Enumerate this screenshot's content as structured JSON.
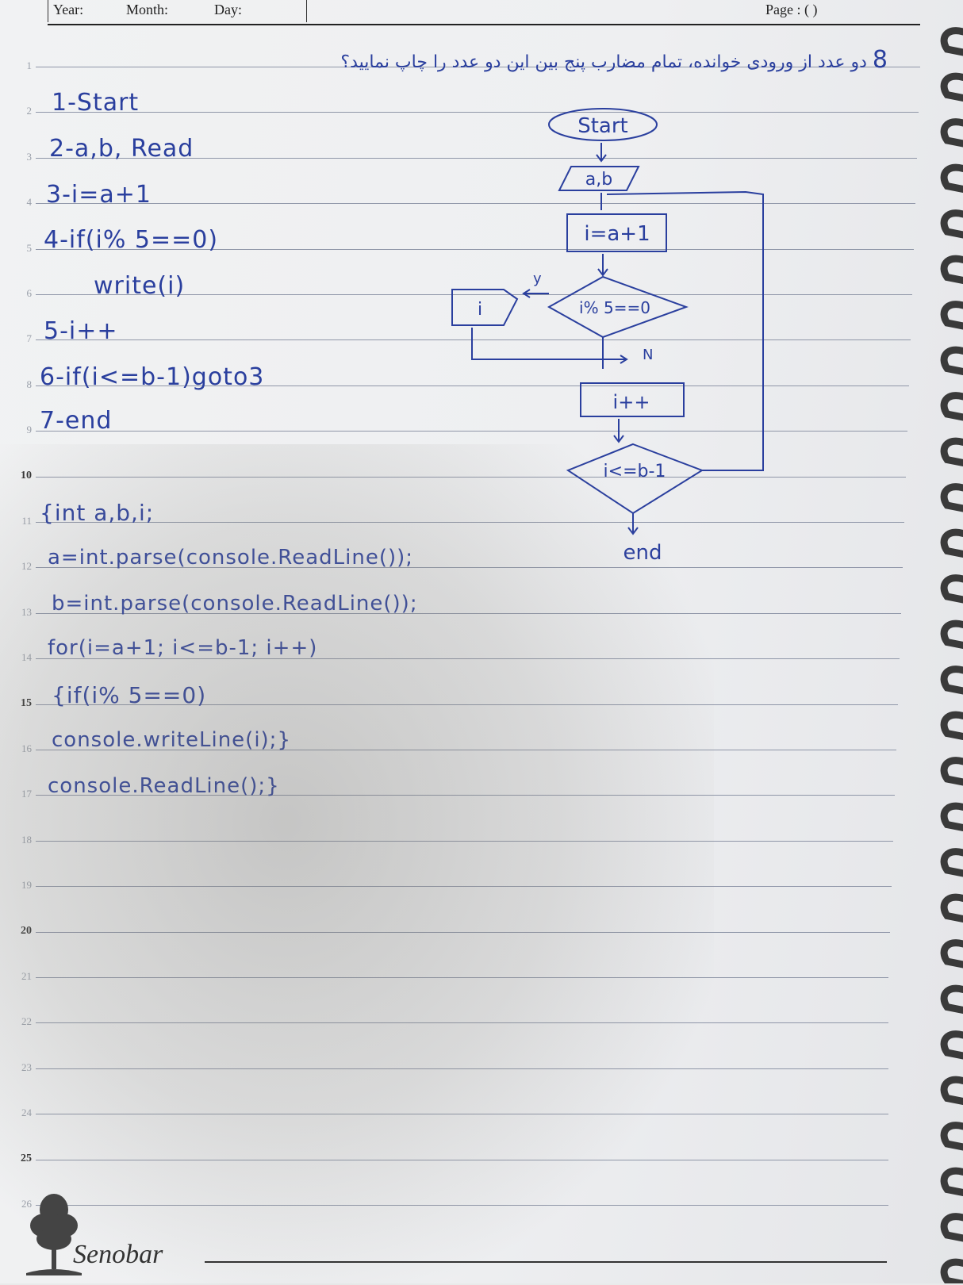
{
  "header": {
    "year_label": "Year:",
    "month_label": "Month:",
    "day_label": "Day:",
    "page_label": "Page : (      )"
  },
  "question": {
    "number": "8",
    "text": "دو عدد از ورودی خوانده، تمام مضارب پنج بین این دو عدد را چاپ نمایید؟"
  },
  "line_numbers": [
    "1",
    "2",
    "3",
    "4",
    "5",
    "6",
    "7",
    "8",
    "9",
    "10",
    "11",
    "12",
    "13",
    "14",
    "15",
    "16",
    "17",
    "18",
    "19",
    "20",
    "21",
    "22",
    "23",
    "24",
    "25",
    "26"
  ],
  "algorithm": [
    "1-Start",
    "2-a,b, Read",
    "3-i=a+1",
    "4-if(i% 5==0)",
    "write(i)",
    "5-i++",
    "6-if(i<=b-1)goto3",
    "7-end"
  ],
  "code": [
    "{int a,b,i;",
    "a=int.parse(console.ReadLine());",
    "b=int.parse(console.ReadLine());",
    "for(i=a+1; i<=b-1; i++)",
    "{if(i% 5==0)",
    "console.writeLine(i);}",
    "console.ReadLine();}"
  ],
  "flowchart": {
    "start": "Start",
    "input": "a,b",
    "init": "i=a+1",
    "decision1": "i% 5==0",
    "yes_label": "y",
    "no_label": "N",
    "output": "i",
    "increment": "i++",
    "decision2": "i<=b-1",
    "end": "end"
  },
  "brand": "Senobar",
  "colors": {
    "ink": "#2a3f9e",
    "paper": "#eeeff1",
    "rule": "#8f96a8"
  }
}
